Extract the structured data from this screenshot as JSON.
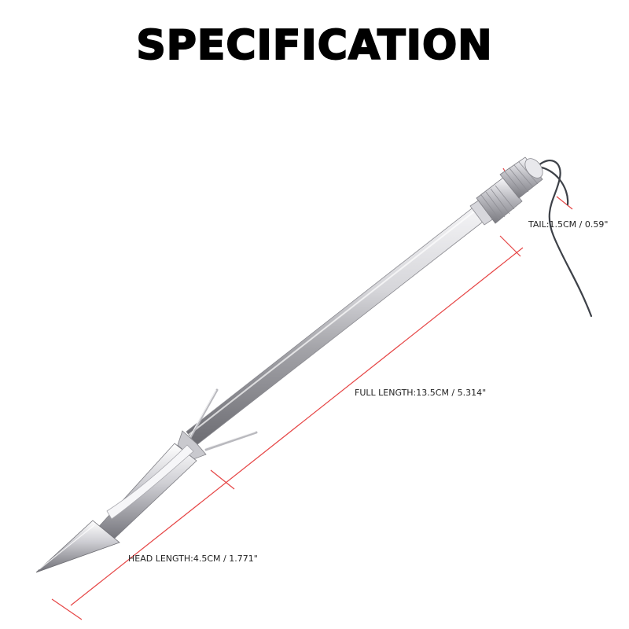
{
  "title": "SPECIFICATION",
  "labels": {
    "tail": "TAIL:1.5CM / 0.59\"",
    "full_length": "FULL LENGTH:13.5CM / 5.314\"",
    "head_length": "HEAD LENGTH:4.5CM / 1.771\""
  },
  "colors": {
    "dimension_line": "#e64545",
    "text": "#222222",
    "title": "#000000"
  }
}
